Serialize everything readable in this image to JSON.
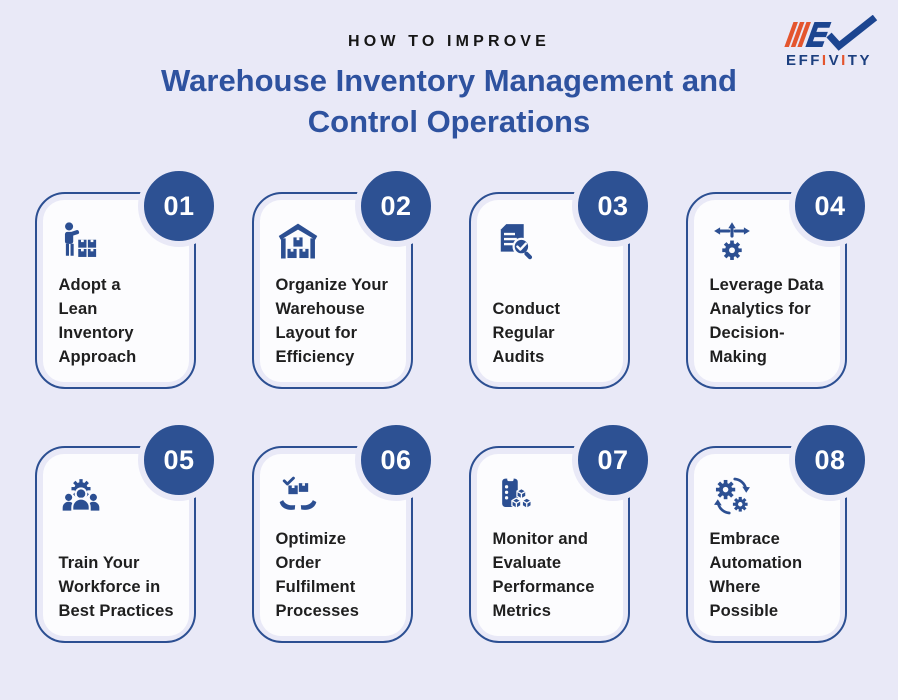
{
  "page": {
    "background": "#e9e9f7",
    "card_background": "#fcfcfe",
    "accent_blue": "#2c4f92",
    "badge_blue": "#2d5193",
    "title_blue": "#2e529f",
    "text_color": "#1f1f1f"
  },
  "header": {
    "kicker": "HOW TO IMPROVE",
    "title_line1": "Warehouse Inventory Management and",
    "title_line2": "Control Operations"
  },
  "logo": {
    "monogram": "EV",
    "text": "EFFIVITY",
    "accent_indexes": [
      3,
      5
    ],
    "navy": "#1c3f7f",
    "orange": "#e4552e"
  },
  "cards": [
    {
      "number": "01",
      "icon": "worker-with-boxes-icon",
      "label": "Adopt a\nLean\nInventory\nApproach"
    },
    {
      "number": "02",
      "icon": "warehouse-icon",
      "label": "Organize Your\nWarehouse\nLayout for\nEfficiency"
    },
    {
      "number": "03",
      "icon": "audit-document-icon",
      "label": "Conduct\nRegular\nAudits"
    },
    {
      "number": "04",
      "icon": "data-analytics-icon",
      "label": "Leverage Data\nAnalytics for\nDecision-\nMaking"
    },
    {
      "number": "05",
      "icon": "workforce-training-icon",
      "label": "Train Your\nWorkforce in\nBest Practices"
    },
    {
      "number": "06",
      "icon": "order-fulfilment-icon",
      "label": "Optimize\nOrder\nFulfilment\nProcesses"
    },
    {
      "number": "07",
      "icon": "performance-metrics-icon",
      "label": "Monitor and\nEvaluate\nPerformance\nMetrics"
    },
    {
      "number": "08",
      "icon": "automation-gears-icon",
      "label": "Embrace\nAutomation\nWhere\nPossible"
    }
  ]
}
